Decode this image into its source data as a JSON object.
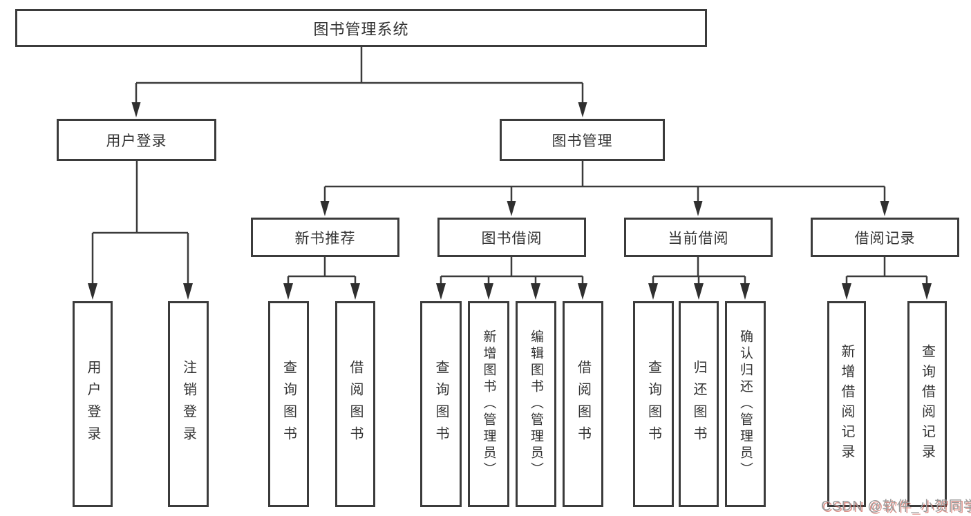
{
  "nodes": {
    "root": "图书管理系统",
    "user_login": "用户登录",
    "book_mgmt": "图书管理",
    "new_book_rec": "新书推荐",
    "book_borrow": "图书借阅",
    "current_borrow": "当前借阅",
    "borrow_records": "借阅记录",
    "leaf_user_login": "用户登录",
    "leaf_logout": "注销登录",
    "rec_query_books": "查询图书",
    "rec_borrow_books": "借阅图书",
    "bb_query_books": "查询图书",
    "bb_add_books": "新增图书（管理员）",
    "bb_edit_books": "编辑图书（管理员）",
    "bb_borrow_books": "借阅图书",
    "cb_query_books": "查询图书",
    "cb_return_books": "归还图书",
    "cb_confirm_return": "确认归还（管理员）",
    "br_add_record": "新增借阅记录",
    "br_query_record": "查询借阅记录"
  },
  "watermark": "CSDN @软件_小贺同学",
  "colors": {
    "line": "#3b3b3b",
    "text": "#333333",
    "background": "#ffffff",
    "watermark": "#9b9b9b",
    "watermark_accent": "#c33c2d"
  }
}
